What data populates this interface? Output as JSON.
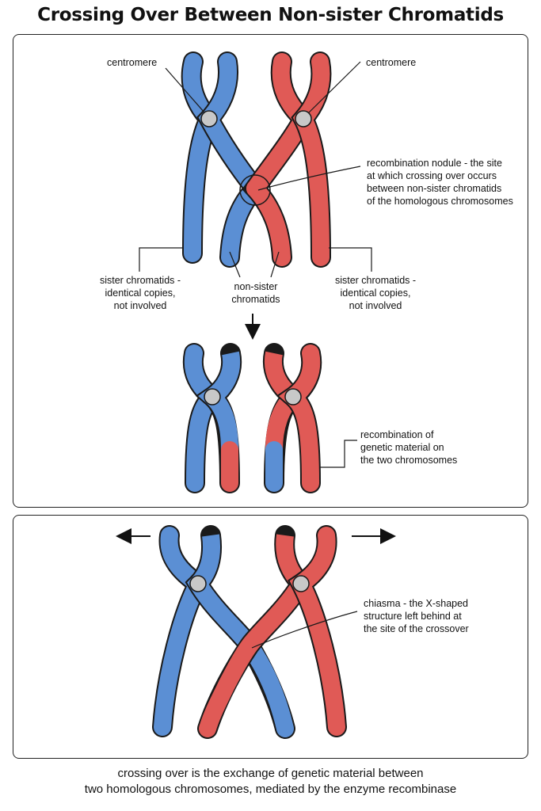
{
  "title": "Crossing Over Between Non-sister Chromatids",
  "labels": {
    "centromere_left": "centromere",
    "centromere_right": "centromere",
    "nodule": [
      "recombination nodule - the site",
      "at which crossing over occurs",
      "between non-sister chromatids",
      "of the homologous chromosomes"
    ],
    "sister_left": [
      "sister chromatids -",
      "identical copies,",
      "not involved"
    ],
    "nonsister": [
      "non-sister",
      "chromatids"
    ],
    "sister_right": [
      "sister chromatids -",
      "identical copies,",
      "not involved"
    ],
    "recombination": [
      "recombination of",
      "genetic material on",
      "the two chromosomes"
    ],
    "chiasma": [
      "chiasma - the X-shaped",
      "structure left behind at",
      "the site of the crossover"
    ]
  },
  "caption": [
    "crossing over is the exchange of genetic material between",
    "two homologous chromosomes, mediated by the enzyme recombinase"
  ],
  "colors": {
    "blue": "#5B8FD4",
    "red": "#E05A56",
    "centromere": "#C8C8C8",
    "outline": "#1A1A1A"
  }
}
